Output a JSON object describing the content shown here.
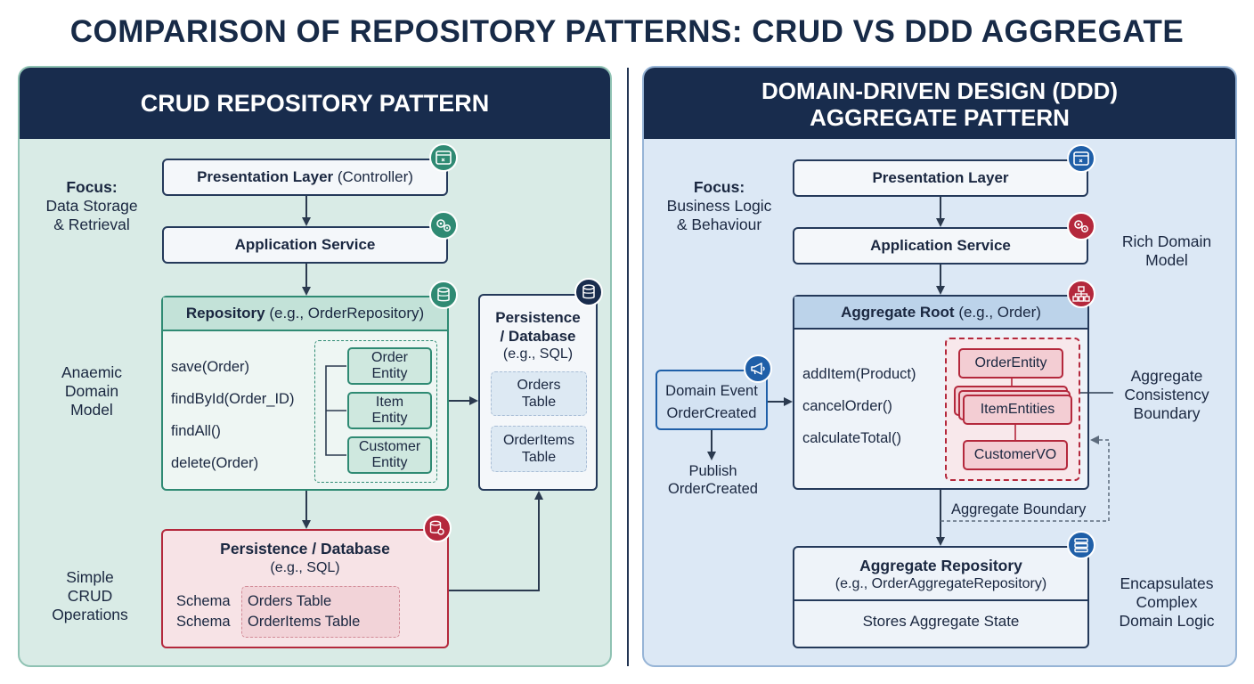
{
  "title": "COMPARISON OF REPOSITORY PATTERNS: CRUD VS DDD AGGREGATE",
  "colors": {
    "navy": "#182c4d",
    "teal_bg": "#d9ebe6",
    "blue_bg": "#dce8f5",
    "teal_accent": "#2f8a73",
    "red_accent": "#b4283c",
    "blue_accent": "#1f5fa8"
  },
  "crud": {
    "header": "CRUD REPOSITORY PATTERN",
    "focus_label": "Focus:",
    "focus_text": "Data Storage\n& Retrieval",
    "anaemic": "Anaemic\nDomain\nModel",
    "simple": "Simple\nCRUD\nOperations",
    "presentation": {
      "bold": "Presentation Layer",
      "rest": " (Controller)",
      "icon": "browser-icon"
    },
    "app_service": {
      "label": "Application Service",
      "icon": "gears-icon"
    },
    "repository": {
      "bold": "Repository",
      "rest": " (e.g., OrderRepository)",
      "icon": "database-icon",
      "methods": [
        "save(Order)",
        "findById(Order_ID)",
        "findAll()",
        "delete(Order)"
      ],
      "entities": [
        "Order\nEntity",
        "Item\nEntity",
        "Customer\nEntity"
      ]
    },
    "persistence_side": {
      "title": "Persistence\n/ Database",
      "sub": "(e.g., SQL)",
      "tables": [
        "Orders\nTable",
        "OrderItems\nTable"
      ],
      "icon": "database-icon"
    },
    "persistence_bottom": {
      "title": "Persistence / Database",
      "sub": "(e.g., SQL)",
      "icon": "database-gear-icon",
      "rows": [
        {
          "schema": "Schema",
          "table": "Orders Table"
        },
        {
          "schema": "Schema",
          "table": "OrderItems Table"
        }
      ]
    }
  },
  "ddd": {
    "header_line1": "DOMAIN-DRIVEN DESIGN (DDD)",
    "header_line2": "AGGREGATE PATTERN",
    "focus_label": "Focus:",
    "focus_text": "Business Logic\n& Behaviour",
    "rich": "Rich Domain\nModel",
    "consistency": "Aggregate\nConsistency\nBoundary",
    "encapsulates": "Encapsulates\nComplex\nDomain Logic",
    "presentation": {
      "label": "Presentation Layer",
      "icon": "browser-icon"
    },
    "app_service": {
      "label": "Application Service",
      "icon": "gears-icon"
    },
    "aggregate_root": {
      "bold": "Aggregate Root",
      "rest": " (e.g., Order)",
      "icon": "hierarchy-icon",
      "methods": [
        "addItem(Product)",
        "cancelOrder()",
        "calculateTotal()"
      ],
      "entities": [
        "OrderEntity",
        "ItemEntities",
        "CustomerVO"
      ]
    },
    "domain_event": {
      "line1": "Domain Event",
      "line2": "OrderCreated",
      "icon": "megaphone-icon"
    },
    "publish": "Publish\nOrderCreated",
    "boundary_label": "Aggregate Boundary",
    "agg_repo": {
      "title": "Aggregate Repository",
      "sub": "(e.g., OrderAggregateRepository)",
      "stores": "Stores Aggregate State",
      "icon": "server-icon"
    }
  }
}
